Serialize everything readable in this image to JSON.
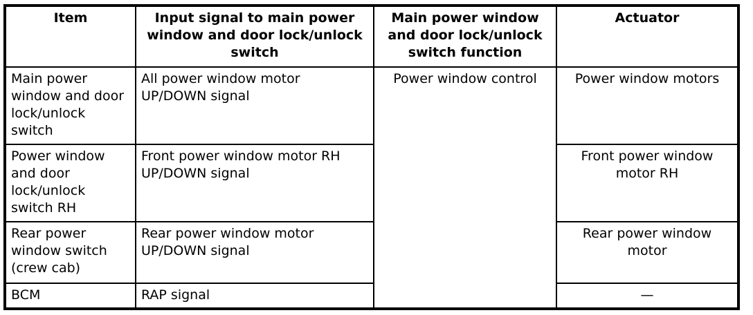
{
  "headers": [
    "Item",
    "Input signal to main power window and door lock/unlock switch",
    "Main power window and door lock/unlock switch function",
    "Actuator"
  ],
  "rows": [
    {
      "item": "Main power window and door lock/unlock switch",
      "input": "All power window motor UP/DOWN signal",
      "actuator": "Power window motors"
    },
    {
      "item": "Power window and door lock/unlock switch RH",
      "input": "Front power window motor RH UP/DOWN signal",
      "actuator": "Front power window motor RH"
    },
    {
      "item": "Rear power window switch (crew cab)",
      "input": "Rear power window motor UP/DOWN signal",
      "actuator": "Rear power window motor"
    },
    {
      "item": "BCM",
      "input": "RAP signal",
      "actuator": "—"
    }
  ],
  "function": "Power window control"
}
